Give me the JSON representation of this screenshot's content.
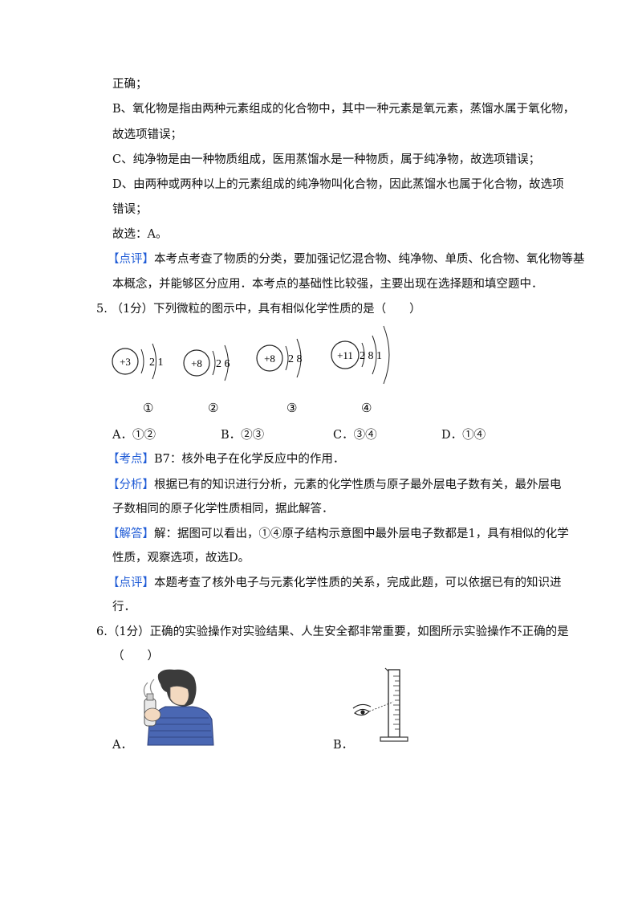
{
  "q4_tail": {
    "l1": "正确；",
    "l2": "B、氧化物是指由两种元素组成的化合物中，其中一种元素是氧元素，蒸馏水属于氧化物，",
    "l3": "故选项错误；",
    "l4": "C、纯净物是由一种物质组成，医用蒸馏水是一种物质，属于纯净物，故选项错误；",
    "l5": "D、由两种或两种以上的元素组成的纯净物叫化合物，因此蒸馏水也属于化合物，故选项",
    "l6": "错误；",
    "l7": "故选：A。",
    "review_tag": "【点评】",
    "review_1": "本考点考查了物质的分类，要加强记忆混合物、纯净物、单质、化合物、氧化物等基",
    "review_2": "本概念，并能够区分应用．本考点的基础性比较强，主要出现在选择题和填空题中．"
  },
  "q5": {
    "number": "5.",
    "stem": "（1分）下列微粒的图示中，具有相似化学性质的是（　　）",
    "diagrams": [
      {
        "nucleus": "+3",
        "shells": "2 1",
        "label": "①"
      },
      {
        "nucleus": "+8",
        "shells": "2 6",
        "label": "②"
      },
      {
        "nucleus": "+8",
        "shells": "2 8",
        "label": "③"
      },
      {
        "nucleus": "+11",
        "shells": "2 8 1",
        "label": "④"
      }
    ],
    "options": [
      {
        "letter": "A．",
        "text": "①②"
      },
      {
        "letter": "B．",
        "text": "②③"
      },
      {
        "letter": "C．",
        "text": "③④"
      },
      {
        "letter": "D．",
        "text": "①④"
      }
    ],
    "kaodian_tag": "【考点】",
    "kaodian": "B7：核外电子在化学反应中的作用．",
    "fenxi_tag": "【分析】",
    "fenxi_1": "根据已有的知识进行分析，元素的化学性质与原子最外层电子数有关，最外层电",
    "fenxi_2": "子数相同的原子化学性质相同，据此解答．",
    "jieda_tag": "【解答】",
    "jieda_1": "解：据图可以看出，①④原子结构示意图中最外层电子数都是1，具有相似的化学",
    "jieda_2": "性质，观察选项，故选D。",
    "dianping_tag": "【点评】",
    "dianping_1": "本题考查了核外电子与元素化学性质的关系，完成此题，可以依据已有的知识进",
    "dianping_2": "行．"
  },
  "q6": {
    "number": "6.",
    "stem": "（1分）正确的实验操作对实验结果、人生安全都非常重要，如图所示实验操作不正确的是",
    "paren": "（　　）",
    "option_a": "A．",
    "option_b": "B．"
  },
  "colors": {
    "tag": "#1f5bd6",
    "text": "#111111"
  }
}
